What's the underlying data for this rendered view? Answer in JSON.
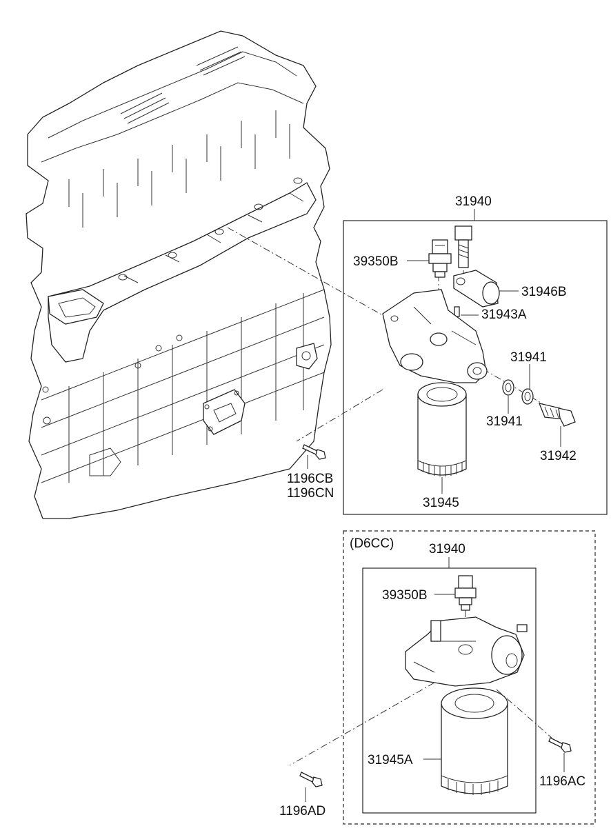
{
  "labels": {
    "kit_upper": "31940",
    "sensor_upper": "39350B",
    "elbow": "31946B",
    "pin": "31943A",
    "washer_top": "31941",
    "washer_bottom": "31941",
    "bolt": "31942",
    "filter_upper": "31945",
    "bolt_cb": "1196CB",
    "bolt_cn": "1196CN",
    "variant": "(D6CC)",
    "kit_lower": "31940",
    "sensor_lower": "39350B",
    "filter_lower": "31945A",
    "bolt_ac": "1196AC",
    "bolt_ad": "1196AD"
  }
}
